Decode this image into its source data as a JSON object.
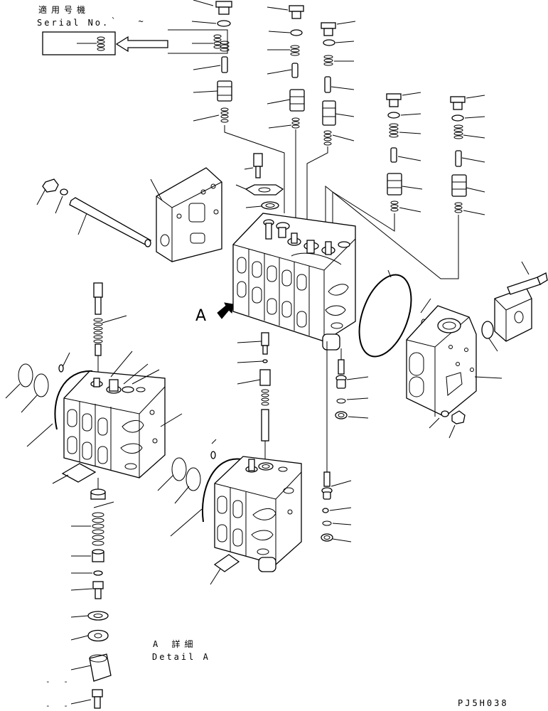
{
  "header": {
    "applicable_model_jp": "適用号機",
    "serial_label": "Serial No.",
    "serial_range": "` ~"
  },
  "detail": {
    "view_marker": "A",
    "title_jp": "A 詳細",
    "title_en": "Detail A"
  },
  "footer": {
    "drawing_code": "PJ5H038"
  },
  "side_marks": {
    "dash_1": "- -",
    "dash_2": "- -"
  },
  "icons": [
    "view-arrow-icon"
  ]
}
